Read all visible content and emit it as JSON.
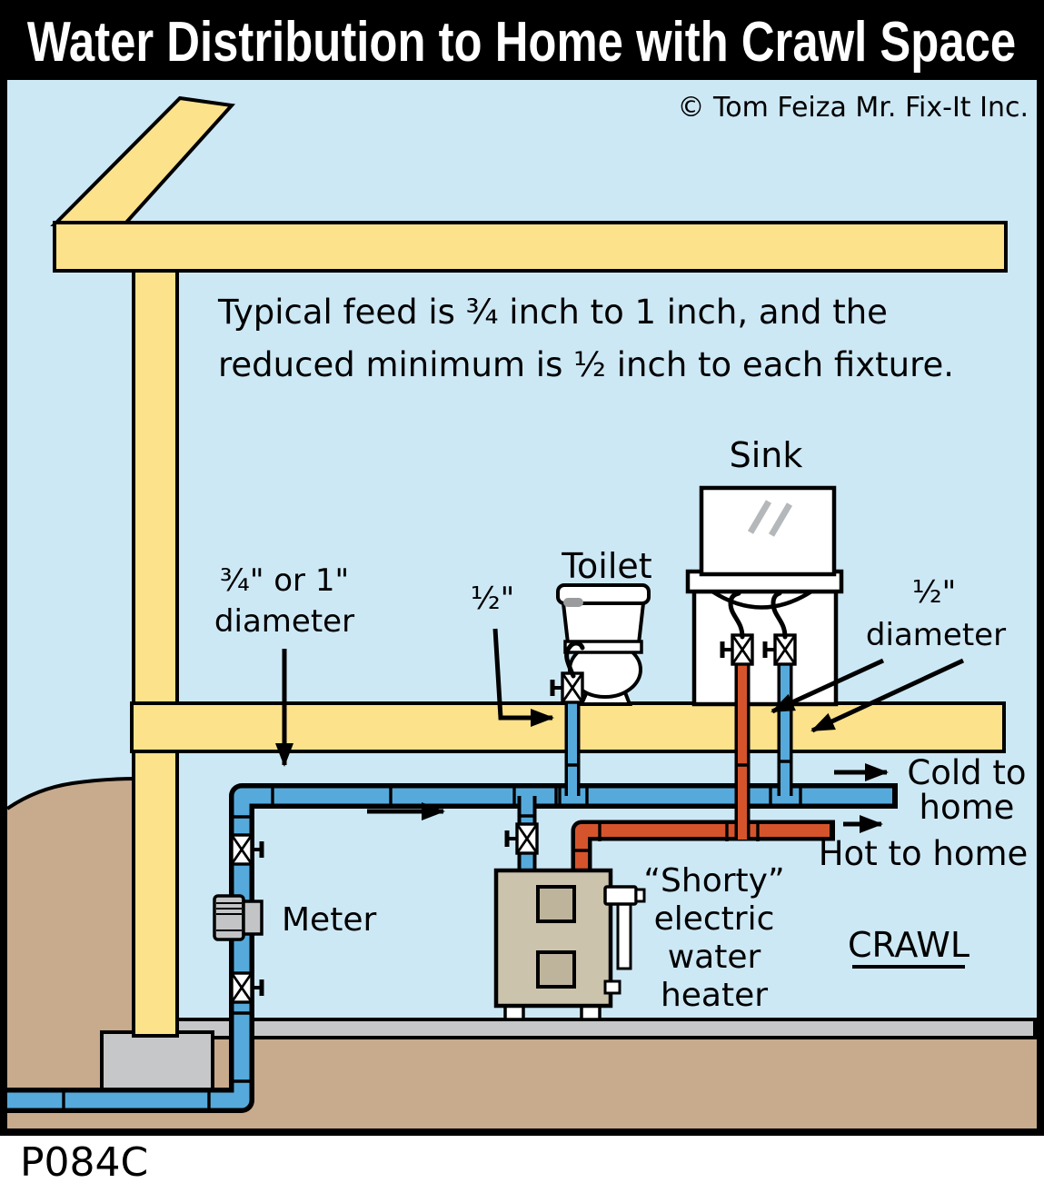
{
  "title": "Water Distribution to Home with Crawl Space",
  "credit": "© Tom Feiza Mr. Fix-It Inc.",
  "figure_code": "P084C",
  "note": {
    "line1": "Typical feed is ¾ inch to 1 inch, and the",
    "line2": "reduced minimum is ½ inch to each fixture."
  },
  "labels": {
    "sink": "Sink",
    "toilet": "Toilet",
    "feed_diameter_line1": "¾\" or 1\"",
    "feed_diameter_line2": "diameter",
    "toilet_branch_size": "½\"",
    "fixture_branch_line1": "½\"",
    "fixture_branch_line2": "diameter",
    "cold_line1": "Cold to",
    "cold_line2": "home",
    "hot": "Hot to home",
    "meter": "Meter",
    "heater_line1": "“Shorty”",
    "heater_line2": "electric",
    "heater_line3": "water",
    "heater_line4": "heater",
    "crawl": "CRAWL"
  },
  "colors": {
    "title_bg": "#000000",
    "title_text": "#ffffff",
    "sky": "#cde8f5",
    "structure_yellow": "#fbe28b",
    "earth": "#c8aa8d",
    "slab_gray": "#c6c7c9",
    "cold_water": "#56aadb",
    "hot_water": "#d5542c",
    "heater_body": "#cbc3ac",
    "heater_panel": "#bdb49b",
    "metal_gray": "#c3c4c6",
    "outline": "#000000",
    "fixture_white": "#ffffff",
    "mirror_slash": "#b5b8ba"
  }
}
